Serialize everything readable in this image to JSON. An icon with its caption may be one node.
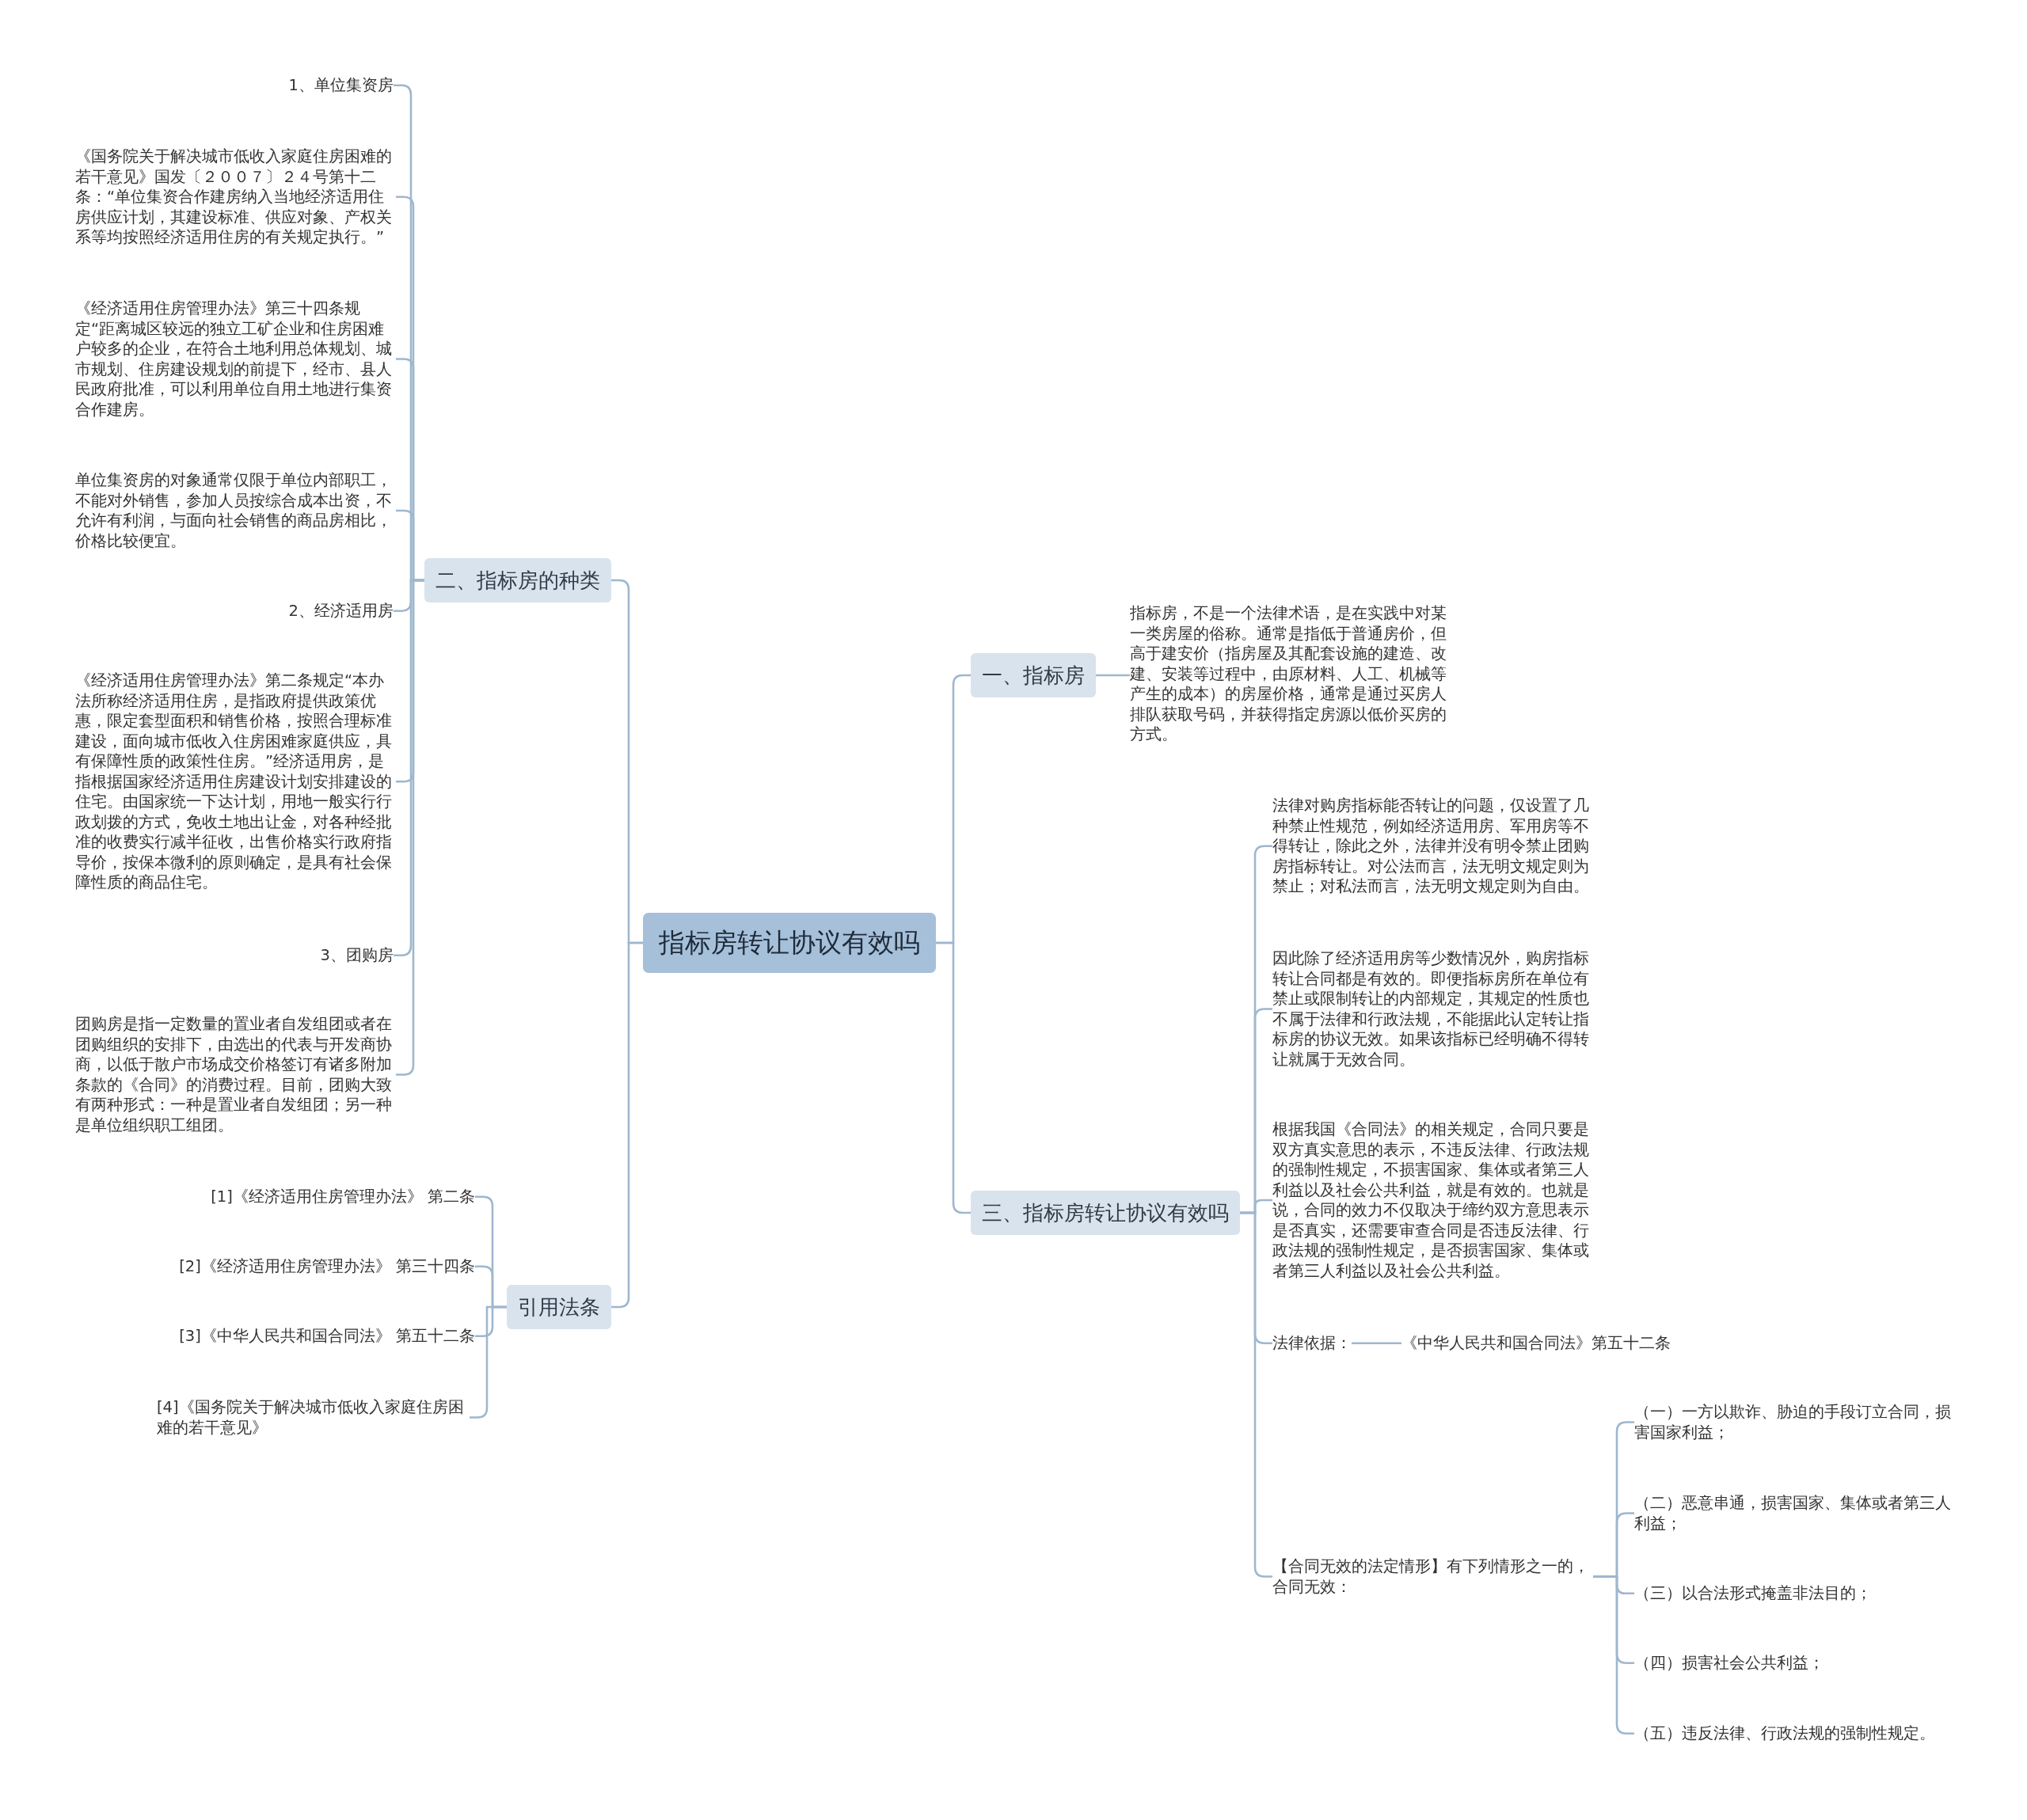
{
  "diagram": {
    "nodes": [
      {
        "text": [
          "指标房转让协议有效吗"
        ]
      },
      {
        "text": [
          "二、指标房的种类"
        ]
      },
      {
        "text": [
          "1、单位集资房"
        ]
      },
      {
        "text": [
          "《国务院关于解决城市低收入家庭住房困难的若干意见》国发〔２００７〕２４号第十二条：“单位集资合作建房纳入当地经济适用住房供应计划，其建设标准、供应对象、产权关系等均按照经济适用住房的有关规定执行。”"
        ]
      },
      {
        "text": [
          "《经济适用住房管理办法》第三十四条规定“距离城区较远的独立工矿企业和住房困难户较多的企业，在符合土地利用总体规划、城市规划、住房建设规划的前提下，经市、县人民政府批准，可以利用单位自用土地进行集资合作建房。"
        ]
      },
      {
        "text": [
          "单位集资房的对象通常仅限于单位内部职工，不能对外销售，参加人员按综合成本出资，不允许有利润，与面向社会销售的商品房相比，价格比较便宜。"
        ]
      },
      {
        "text": [
          "2、经济适用房"
        ]
      },
      {
        "text": [
          "《经济适用住房管理办法》第二条规定“本办法所称经济适用住房，是指政府提供政策优惠，限定套型面积和销售价格，按照合理标准建设，面向城市低收入住房困难家庭供应，具有保障性质的政策性住房。”经济适用房，是指根据国家经济适用住房建设计划安排建设的住宅。由国家统一下达计划，用地一般实行行政划拨的方式，免收土地出让金，对各种经批准的收费实行减半征收，出售价格实行政府指导价，按保本微利的原则确定，是具有社会保障性质的商品住宅。"
        ]
      },
      {
        "text": [
          "3、团购房"
        ]
      },
      {
        "text": [
          "团购房是指一定数量的置业者自发组团或者在团购组织的安排下，由选出的代表与开发商协商，以低于散户市场成交价格签订有诸多附加条款的《合同》的消费过程。目前，团购大致有两种形式：一种是置业者自发组团；另一种是单位组织职工组团。"
        ]
      },
      {
        "text": [
          "引用法条"
        ]
      },
      {
        "text": [
          "[1]《经济适用住房管理办法》 第二条"
        ]
      },
      {
        "text": [
          "[2]《经济适用住房管理办法》 第三十四条"
        ]
      },
      {
        "text": [
          "[3]《中华人民共和国合同法》 第五十二条"
        ]
      },
      {
        "text": [
          "[4]《国务院关于解决城市低收入家庭住房困难的若干意见》"
        ]
      },
      {
        "text": [
          "一、指标房"
        ]
      },
      {
        "text": [
          "指标房，不是一个法律术语，是在实践中对某一类房屋的俗称。通常是指低于普通房价，但高于建安价（指房屋及其配套设施的建造、改建、安装等过程中，由原材料、人工、机械等产生的成本）的房屋价格，通常是通过买房人排队获取号码，并获得指定房源以低价买房的方式。"
        ]
      },
      {
        "text": [
          "三、指标房转让协议有效吗"
        ]
      },
      {
        "text": [
          "法律对购房指标能否转让的问题，仅设置了几种禁止性规范，例如经济适用房、军用房等不得转让，除此之外，法律并没有明令禁止团购房指标转让。对公法而言，法无明文规定则为禁止；对私法而言，法无明文规定则为自由。"
        ]
      },
      {
        "text": [
          "因此除了经济适用房等少数情况外，购房指标转让合同都是有效的。即便指标房所在单位有禁止或限制转让的内部规定，其规定的性质也不属于法律和行政法规，不能据此认定转让指标房的协议无效。如果该指标已经明确不得转让就属于无效合同。"
        ]
      },
      {
        "text": [
          "根据我国《合同法》的相关规定，合同只要是双方真实意思的表示，不违反法律、行政法规的强制性规定，不损害国家、集体或者第三人利益以及社会公共利益，就是有效的。也就是说，合同的效力不仅取决于缔约双方意思表示是否真实，还需要审查合同是否违反法律、行政法规的强制性规定，是否损害国家、集体或者第三人利益以及社会公共利益。"
        ]
      },
      {
        "text": [
          "法律依据："
        ]
      },
      {
        "text": [
          "《中华人民共和国合同法》第五十二条"
        ]
      },
      {
        "text": [
          "【合同无效的法定情形】有下列情形之一的，合同无效："
        ]
      },
      {
        "text": [
          "（一）一方以欺诈、胁迫的手段订立合同，损害国家利益；"
        ]
      },
      {
        "text": [
          "（二）恶意串通，损害国家、集体或者第三人利益；"
        ]
      },
      {
        "text": [
          "（三）以合法形式掩盖非法目的；"
        ]
      },
      {
        "text": [
          "（四）损害社会公共利益；"
        ]
      },
      {
        "text": [
          "（五）违反法律、行政法规的强制性规定。"
        ]
      }
    ],
    "edges": [
      {
        "from": 0,
        "to": 1,
        "arrow": "none"
      },
      {
        "from": 0,
        "to": 10,
        "arrow": "none"
      },
      {
        "from": 0,
        "to": 15,
        "arrow": "none"
      },
      {
        "from": 0,
        "to": 17,
        "arrow": "none"
      },
      {
        "from": 1,
        "to": 2,
        "arrow": "none"
      },
      {
        "from": 1,
        "to": 3,
        "arrow": "none"
      },
      {
        "from": 1,
        "to": 4,
        "arrow": "none"
      },
      {
        "from": 1,
        "to": 5,
        "arrow": "none"
      },
      {
        "from": 1,
        "to": 6,
        "arrow": "none"
      },
      {
        "from": 1,
        "to": 7,
        "arrow": "none"
      },
      {
        "from": 1,
        "to": 8,
        "arrow": "none"
      },
      {
        "from": 1,
        "to": 9,
        "arrow": "none"
      },
      {
        "from": 10,
        "to": 11,
        "arrow": "none"
      },
      {
        "from": 10,
        "to": 12,
        "arrow": "none"
      },
      {
        "from": 10,
        "to": 13,
        "arrow": "none"
      },
      {
        "from": 10,
        "to": 14,
        "arrow": "none"
      },
      {
        "from": 15,
        "to": 16,
        "arrow": "none"
      },
      {
        "from": 17,
        "to": 18,
        "arrow": "none"
      },
      {
        "from": 17,
        "to": 19,
        "arrow": "none"
      },
      {
        "from": 17,
        "to": 20,
        "arrow": "none"
      },
      {
        "from": 17,
        "to": 21,
        "arrow": "none"
      },
      {
        "from": 17,
        "to": 23,
        "arrow": "none"
      },
      {
        "from": 21,
        "to": 22,
        "arrow": "none"
      },
      {
        "from": 23,
        "to": 24,
        "arrow": "none"
      },
      {
        "from": 23,
        "to": 25,
        "arrow": "none"
      },
      {
        "from": 23,
        "to": 26,
        "arrow": "none"
      },
      {
        "from": 23,
        "to": 27,
        "arrow": "none"
      },
      {
        "from": 23,
        "to": 28,
        "arrow": "none"
      }
    ]
  }
}
